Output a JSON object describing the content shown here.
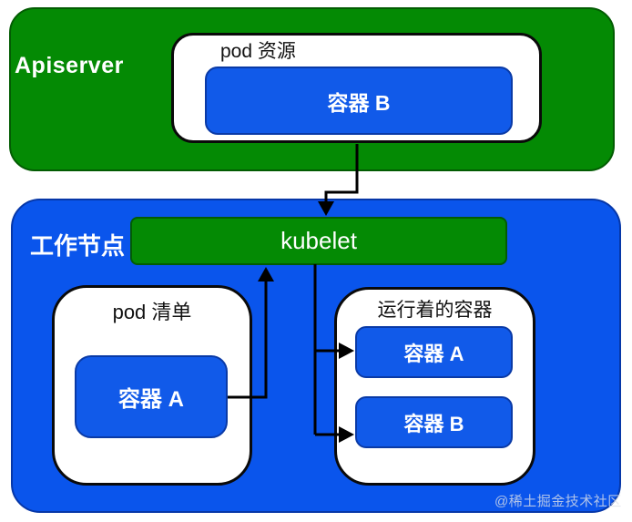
{
  "apiserver": {
    "label": "Apiserver"
  },
  "pod_resource": {
    "label": "pod 资源",
    "container_b": "容器 B"
  },
  "worker_node": {
    "label": "工作节点"
  },
  "kubelet": {
    "label": "kubelet"
  },
  "pod_manifest": {
    "label": "pod 清单",
    "container_a": "容器 A"
  },
  "running_containers": {
    "label": "运行着的容器",
    "container_a": "容器 A",
    "container_b": "容器 B"
  },
  "watermark": "@稀土掘金技术社区",
  "colors": {
    "green": "#048a04",
    "node_blue": "#0a55ec",
    "container_blue": "#115ae9",
    "box_white": "#ffffff",
    "outline_black": "#0a0a0a",
    "watermark_gray": "#dee2e8"
  }
}
